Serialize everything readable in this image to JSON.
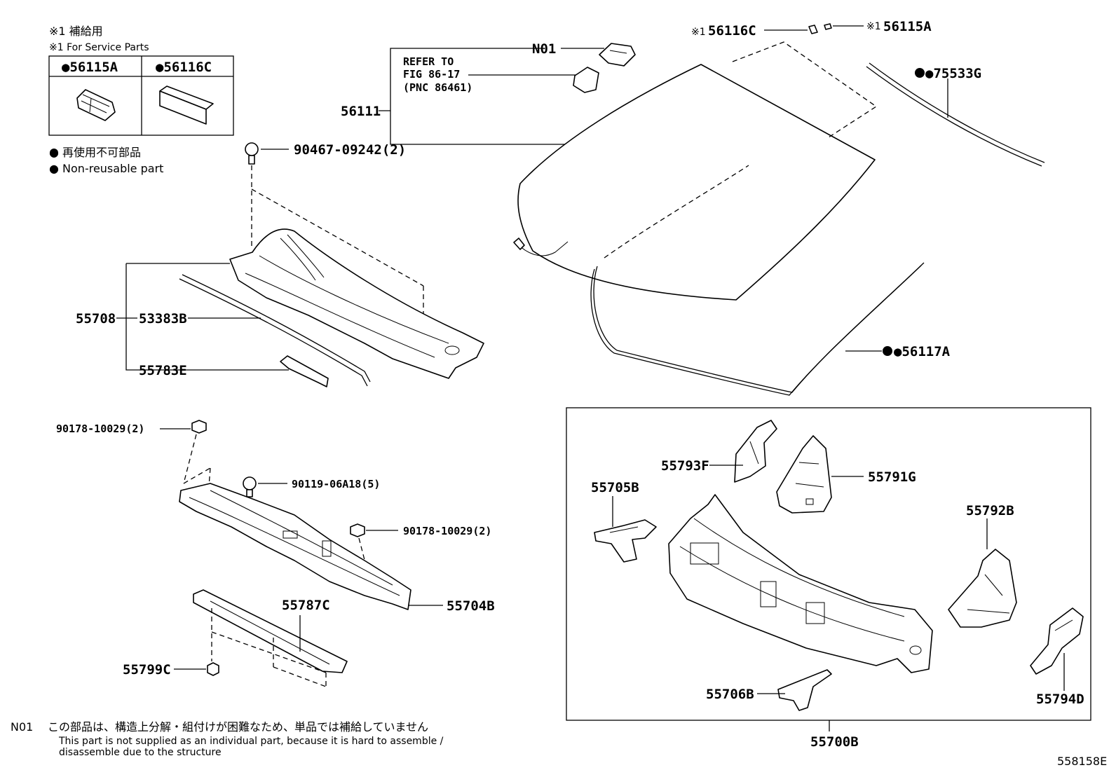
{
  "legend": {
    "service_jp": "※1 補給用",
    "service_en": "※1 For Service Parts",
    "table_col1": "●56115A",
    "table_col2": "●56116C",
    "nonreuse_jp": "● 再使用不可部品",
    "nonreuse_en": "● Non-reusable part"
  },
  "refer": {
    "line1": "REFER TO",
    "line2": "FIG 86-17",
    "line3": "(PNC 86461)"
  },
  "labels": {
    "n01": "N01",
    "p56111": "56111",
    "p56116c_prefix": "※1",
    "p56116c": "56116C",
    "p56115a_prefix": "※1",
    "p56115a": "56115A",
    "p75533g": "●75533G",
    "p56117a": "●56117A",
    "p90467": "90467-09242(2)",
    "p55708": "55708",
    "p53383b": "53383B",
    "p55783e": "55783E",
    "p90178a": "90178-10029(2)",
    "p90119": "90119-06A18(5)",
    "p90178b": "90178-10029(2)",
    "p55704b": "55704B",
    "p55787c": "55787C",
    "p55799c": "55799C",
    "p55793f": "55793F",
    "p55791g": "55791G",
    "p55705b": "55705B",
    "p55792b": "55792B",
    "p55706b": "55706B",
    "p55794d": "55794D",
    "p55700b": "55700B"
  },
  "footer": {
    "code": "N01",
    "jp": "この部品は、構造上分解・組付けが困難なため、単品では補給していません",
    "en1": "This part is not supplied as an individual part, because it is hard to assemble /",
    "en2": "disassemble due to the structure",
    "figure_id": "558158E"
  }
}
